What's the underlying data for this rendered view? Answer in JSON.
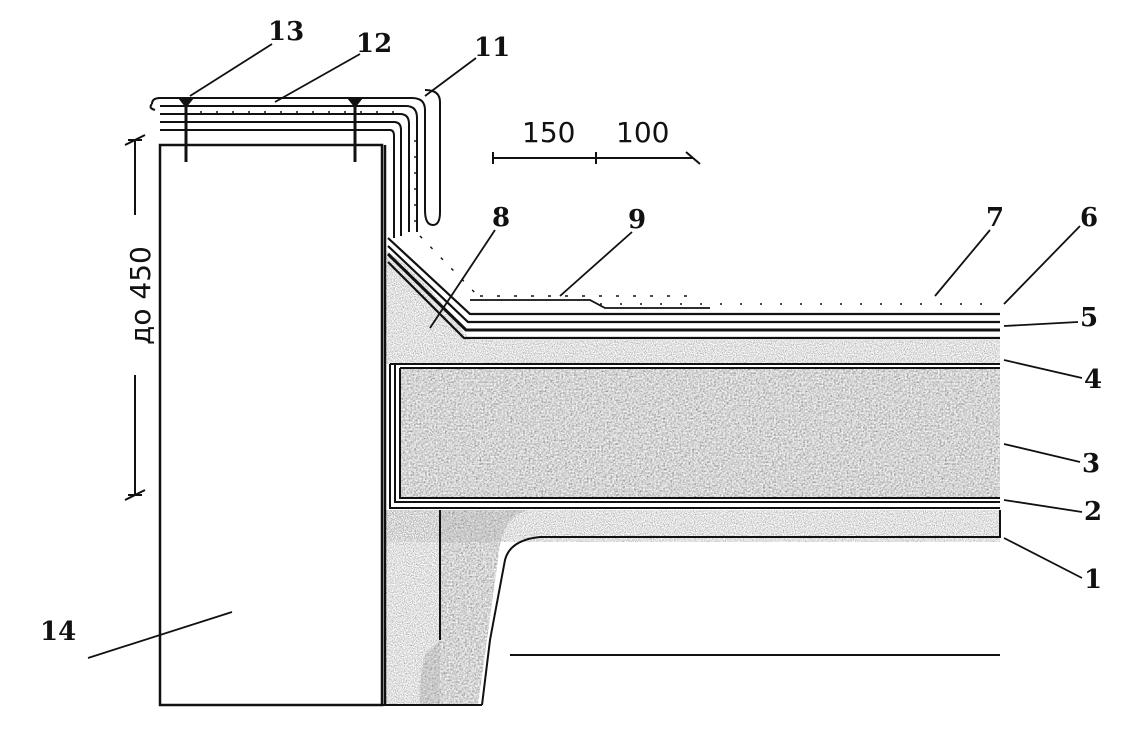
{
  "labels": {
    "l1": "1",
    "l2": "2",
    "l3": "3",
    "l4": "4",
    "l5": "5",
    "l6": "6",
    "l7": "7",
    "l8": "8",
    "l9": "9",
    "l11": "11",
    "l12": "12",
    "l13": "13",
    "l14": "14"
  },
  "dimensions": {
    "d150": "150",
    "d100": "100",
    "height": "до 450"
  },
  "colors": {
    "ink": "#111111",
    "paper": "#ffffff",
    "insulation": "#8a8a8a",
    "concrete": "#b9b9b9",
    "rib": "#555555"
  }
}
